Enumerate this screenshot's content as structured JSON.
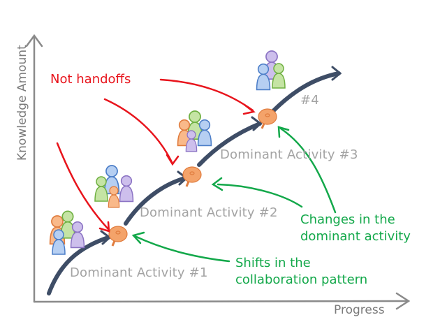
{
  "diagram": {
    "axes": {
      "y_label": "Knowledge Amount",
      "x_label": "Progress"
    },
    "stages": [
      {
        "label": "Dominant Activity #1"
      },
      {
        "label": "Dominant Activity #2"
      },
      {
        "label": "Dominant Activity #3"
      },
      {
        "label": "#4"
      }
    ],
    "annotations": {
      "not_handoffs": "Not handoffs",
      "changes_line1": "Changes in the",
      "changes_line2": "dominant activity",
      "shifts_line1": "Shifts in the",
      "shifts_line2": "collaboration pattern"
    },
    "colors": {
      "curve": "#3e4d66",
      "axis": "#8a8a8a",
      "red_arrow": "#e8141c",
      "green_arrow": "#13a84a",
      "pin": "#f4a36a",
      "person_orange": "#f59a5c",
      "person_green": "#a6d57c",
      "person_blue": "#8fb4e6",
      "person_purple": "#b8a6dc"
    }
  }
}
